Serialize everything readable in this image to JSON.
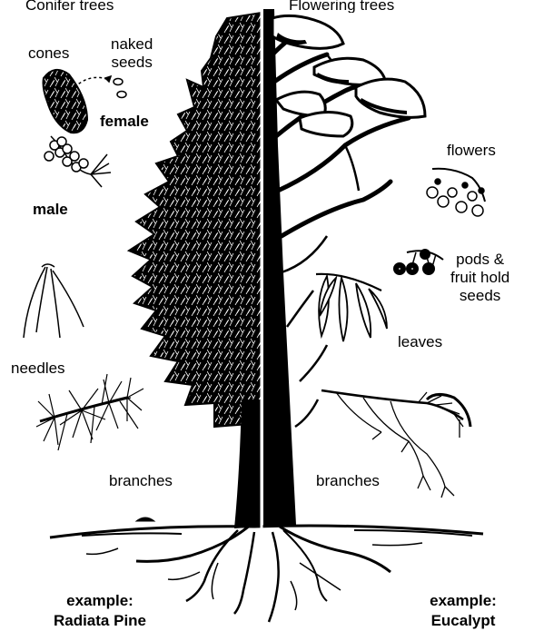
{
  "top_cut_left": "Conifer trees",
  "top_cut_right": "Flowering trees",
  "pine": {
    "labels": {
      "cones": "cones",
      "naked_seeds": "naked\nseeds",
      "female": "female",
      "male": "male",
      "needles": "needles",
      "branches": "branches"
    },
    "example_heading": "example:",
    "example_name": "Radiata Pine"
  },
  "eucalypt": {
    "labels": {
      "flowers": "flowers",
      "pods": "pods &\nfruit hold\nseeds",
      "leaves": "leaves",
      "branches": "branches"
    },
    "example_heading": "example:",
    "example_name": "Eucalypt"
  },
  "colors": {
    "ink": "#000000",
    "paper": "#ffffff"
  }
}
